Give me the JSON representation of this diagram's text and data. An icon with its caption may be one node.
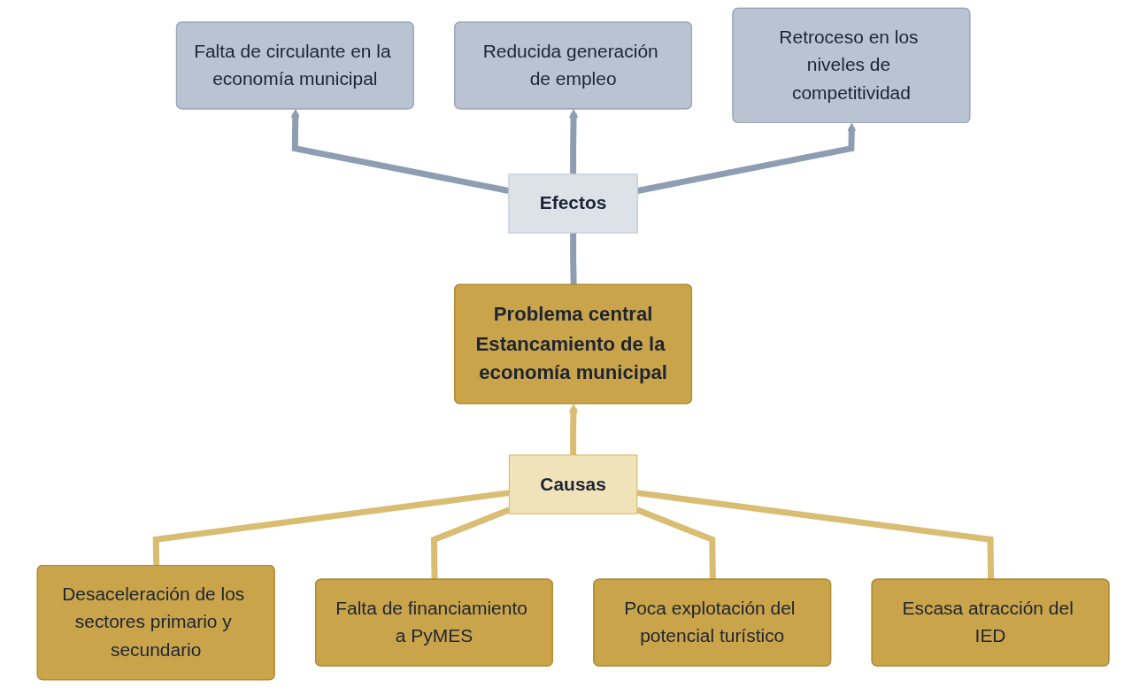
{
  "diagram": {
    "nodes": [
      {
        "text": [
          "Falta de circulante en la economía municipal"
        ]
      },
      {
        "text": [
          "Reducida generación de empleo"
        ]
      },
      {
        "text": [
          "Retroceso en los niveles de competitividad"
        ]
      },
      {
        "text": [
          "Efectos"
        ]
      },
      {
        "text": [
          "Problema central",
          "Estancamiento de la economía municipal"
        ]
      },
      {
        "text": [
          "Causas"
        ]
      },
      {
        "text": [
          "Desaceleración de los sectores primario y secundario"
        ]
      },
      {
        "text": [
          "Falta de financiamiento a PyMES"
        ]
      },
      {
        "text": [
          "Poca explotación del potencial turístico"
        ]
      },
      {
        "text": [
          "Escasa atracción del IED"
        ]
      }
    ],
    "edges": [
      {
        "from": 4,
        "to": 3,
        "arrow": "none",
        "color": "#8f9db3"
      },
      {
        "from": 3,
        "to": 0,
        "arrow": "to",
        "color": "#8f9db3"
      },
      {
        "from": 3,
        "to": 1,
        "arrow": "to",
        "color": "#8f9db3"
      },
      {
        "from": 3,
        "to": 2,
        "arrow": "to",
        "color": "#8f9db3"
      },
      {
        "from": 6,
        "to": 5,
        "arrow": "none",
        "color": "#d9bd72"
      },
      {
        "from": 7,
        "to": 5,
        "arrow": "none",
        "color": "#d9bd72"
      },
      {
        "from": 8,
        "to": 5,
        "arrow": "none",
        "color": "#d9bd72"
      },
      {
        "from": 9,
        "to": 5,
        "arrow": "none",
        "color": "#d9bd72"
      },
      {
        "from": 5,
        "to": 4,
        "arrow": "to",
        "color": "#d9bd72"
      }
    ]
  }
}
